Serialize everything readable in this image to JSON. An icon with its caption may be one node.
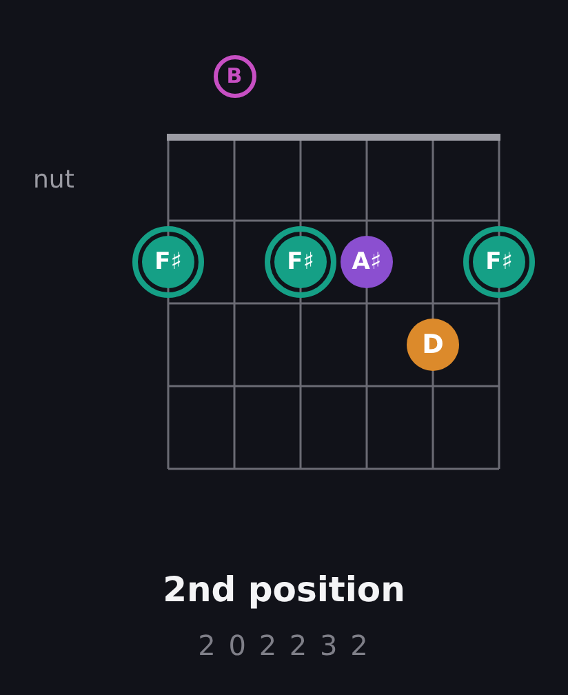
{
  "diagram": {
    "title": "2nd position",
    "caption": "2 0 2 2 3 2",
    "nodes": [
      {
        "text": [
          "B"
        ]
      },
      {
        "text": [
          "F♯"
        ]
      },
      {
        "text": [
          "F♯"
        ]
      },
      {
        "text": [
          "A♯"
        ]
      },
      {
        "text": [
          "F♯"
        ]
      },
      {
        "text": [
          "D"
        ]
      }
    ],
    "labels": [
      "nut"
    ]
  }
}
